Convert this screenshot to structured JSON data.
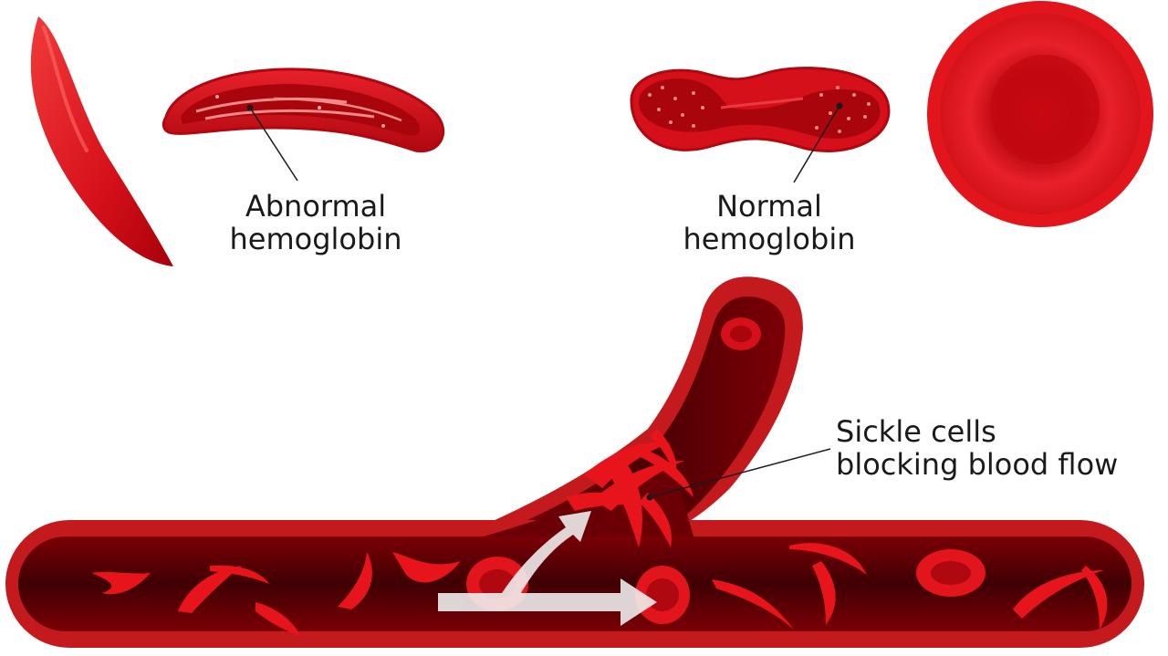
{
  "labels": {
    "abnormal_hemoglobin": [
      "Abnormal",
      "hemoglobin"
    ],
    "normal_hemoglobin": [
      "Normal",
      "hemoglobin"
    ],
    "sickle_blocking": [
      "Sickle cells",
      "blocking blood flow"
    ]
  },
  "colors": {
    "cell_red": "#e0141c",
    "cell_dark": "#9c0008",
    "vessel_wall": "#c41a1e",
    "vessel_inner": "#5a0004",
    "flow_arrow": "#f2f2f2",
    "leader_line": "#1a1a1a"
  },
  "icons": [
    "sickle-cell-icon",
    "normal-cell-icon",
    "blood-vessel-icon",
    "flow-arrow-icon"
  ]
}
